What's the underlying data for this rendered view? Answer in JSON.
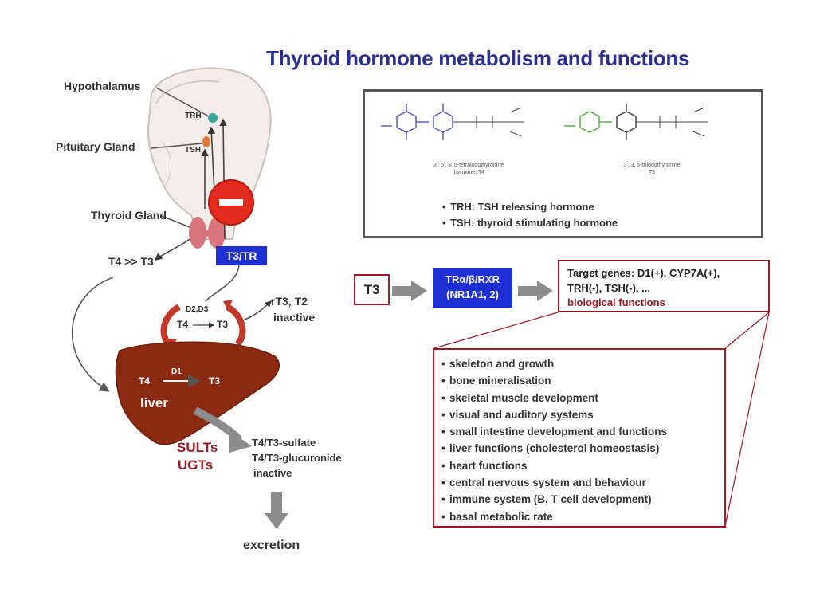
{
  "title": "Thyroid hormone metabolism and functions",
  "head_labels": {
    "hypothalamus": "Hypothalamus",
    "pituitary": "Pituitary Gland",
    "thyroid": "Thyroid Gland",
    "trh": "TRH",
    "tsh": "TSH"
  },
  "t3tr_label": "T3/TR",
  "t4_gt_t3": "T4 >> T3",
  "deiodination": {
    "enzymes": "D2,D3",
    "t4": "T4",
    "t3": "T3",
    "inactive_products_line1": "rT3, T2",
    "inactive_products_line2": "inactive"
  },
  "liver": {
    "enzyme": "D1",
    "t4": "T4",
    "t3": "T3",
    "label": "liver"
  },
  "conjugation": {
    "enzyme1": "SULTs",
    "enzyme2": "UGTs",
    "product1": "T4/T3-sulfate",
    "product2": "T4/T3-glucuronide",
    "product3": "inactive",
    "excretion": "excretion"
  },
  "structures": {
    "t4_caption_1": "3', 5', 3, 5-tetraiodothyronine",
    "t4_caption_2": "thyroxine, T4",
    "t3_caption_1": "3', 3, 5-triiodothyronine",
    "t3_caption_2": "T3",
    "abbr_trh": "TRH: TSH releasing hormone",
    "abbr_tsh": "TSH: thyroid stimulating hormone"
  },
  "pathway": {
    "t3": "T3",
    "receptor_line1": "TRα/β/RXR",
    "receptor_line2": "(NR1A1, 2)",
    "target_line1": "Target genes: D1(+), CYP7A(+),",
    "target_line2": "TRH(-), TSH(-), ...",
    "target_line3": "biological functions"
  },
  "functions": [
    "skeleton and growth",
    "bone mineralisation",
    "skeletal muscle development",
    "visual and auditory systems",
    "small intestine development and functions",
    "liver functions (cholesterol homeostasis)",
    "heart functions",
    "central nervous system and behaviour",
    "immune system (B, T cell development)",
    "basal metabolic rate"
  ],
  "colors": {
    "title": "#2b2f8f",
    "receptor_box": "#1f2fd6",
    "inhibition_circle": "#e32b1e",
    "liver": "#8b2a10",
    "box_border_red": "#9b1c24",
    "t4_structure": "#5b5bc8",
    "t3_structure": "#59b44a"
  }
}
